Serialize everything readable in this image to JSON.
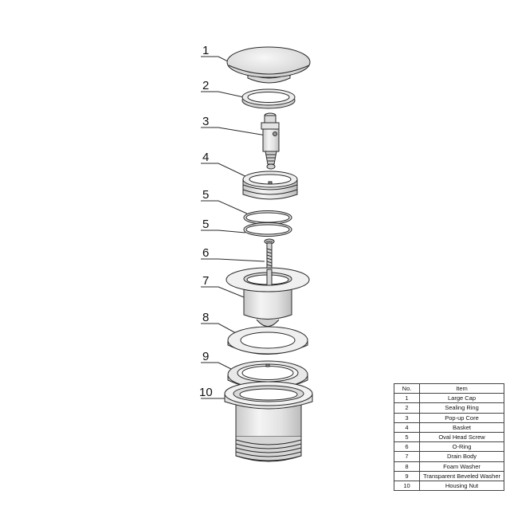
{
  "table": {
    "headers": {
      "no": "No.",
      "item": "Item"
    },
    "rows": [
      {
        "no": "1",
        "item": "Large Cap"
      },
      {
        "no": "2",
        "item": "Sealing Ring"
      },
      {
        "no": "3",
        "item": "Pop-up Core"
      },
      {
        "no": "4",
        "item": "Basket"
      },
      {
        "no": "5",
        "item": "Oval Head Screw"
      },
      {
        "no": "6",
        "item": "O-Ring"
      },
      {
        "no": "7",
        "item": "Drain Body"
      },
      {
        "no": "8",
        "item": "Foam Washer"
      },
      {
        "no": "9",
        "item": "Transparent Beveled Washer"
      },
      {
        "no": "10",
        "item": "Housing Nut"
      }
    ]
  },
  "callouts": {
    "c1": "1",
    "c2": "2",
    "c3": "3",
    "c4": "4",
    "c5a": "5",
    "c5b": "5",
    "c6": "6",
    "c7": "7",
    "c8": "8",
    "c9": "9",
    "c10": "10"
  },
  "colors": {
    "line": "#2a2a2a",
    "fill_light": "#f1f1f1",
    "fill_mid": "#dcdcdc",
    "fill_dark": "#bdbdbd"
  }
}
